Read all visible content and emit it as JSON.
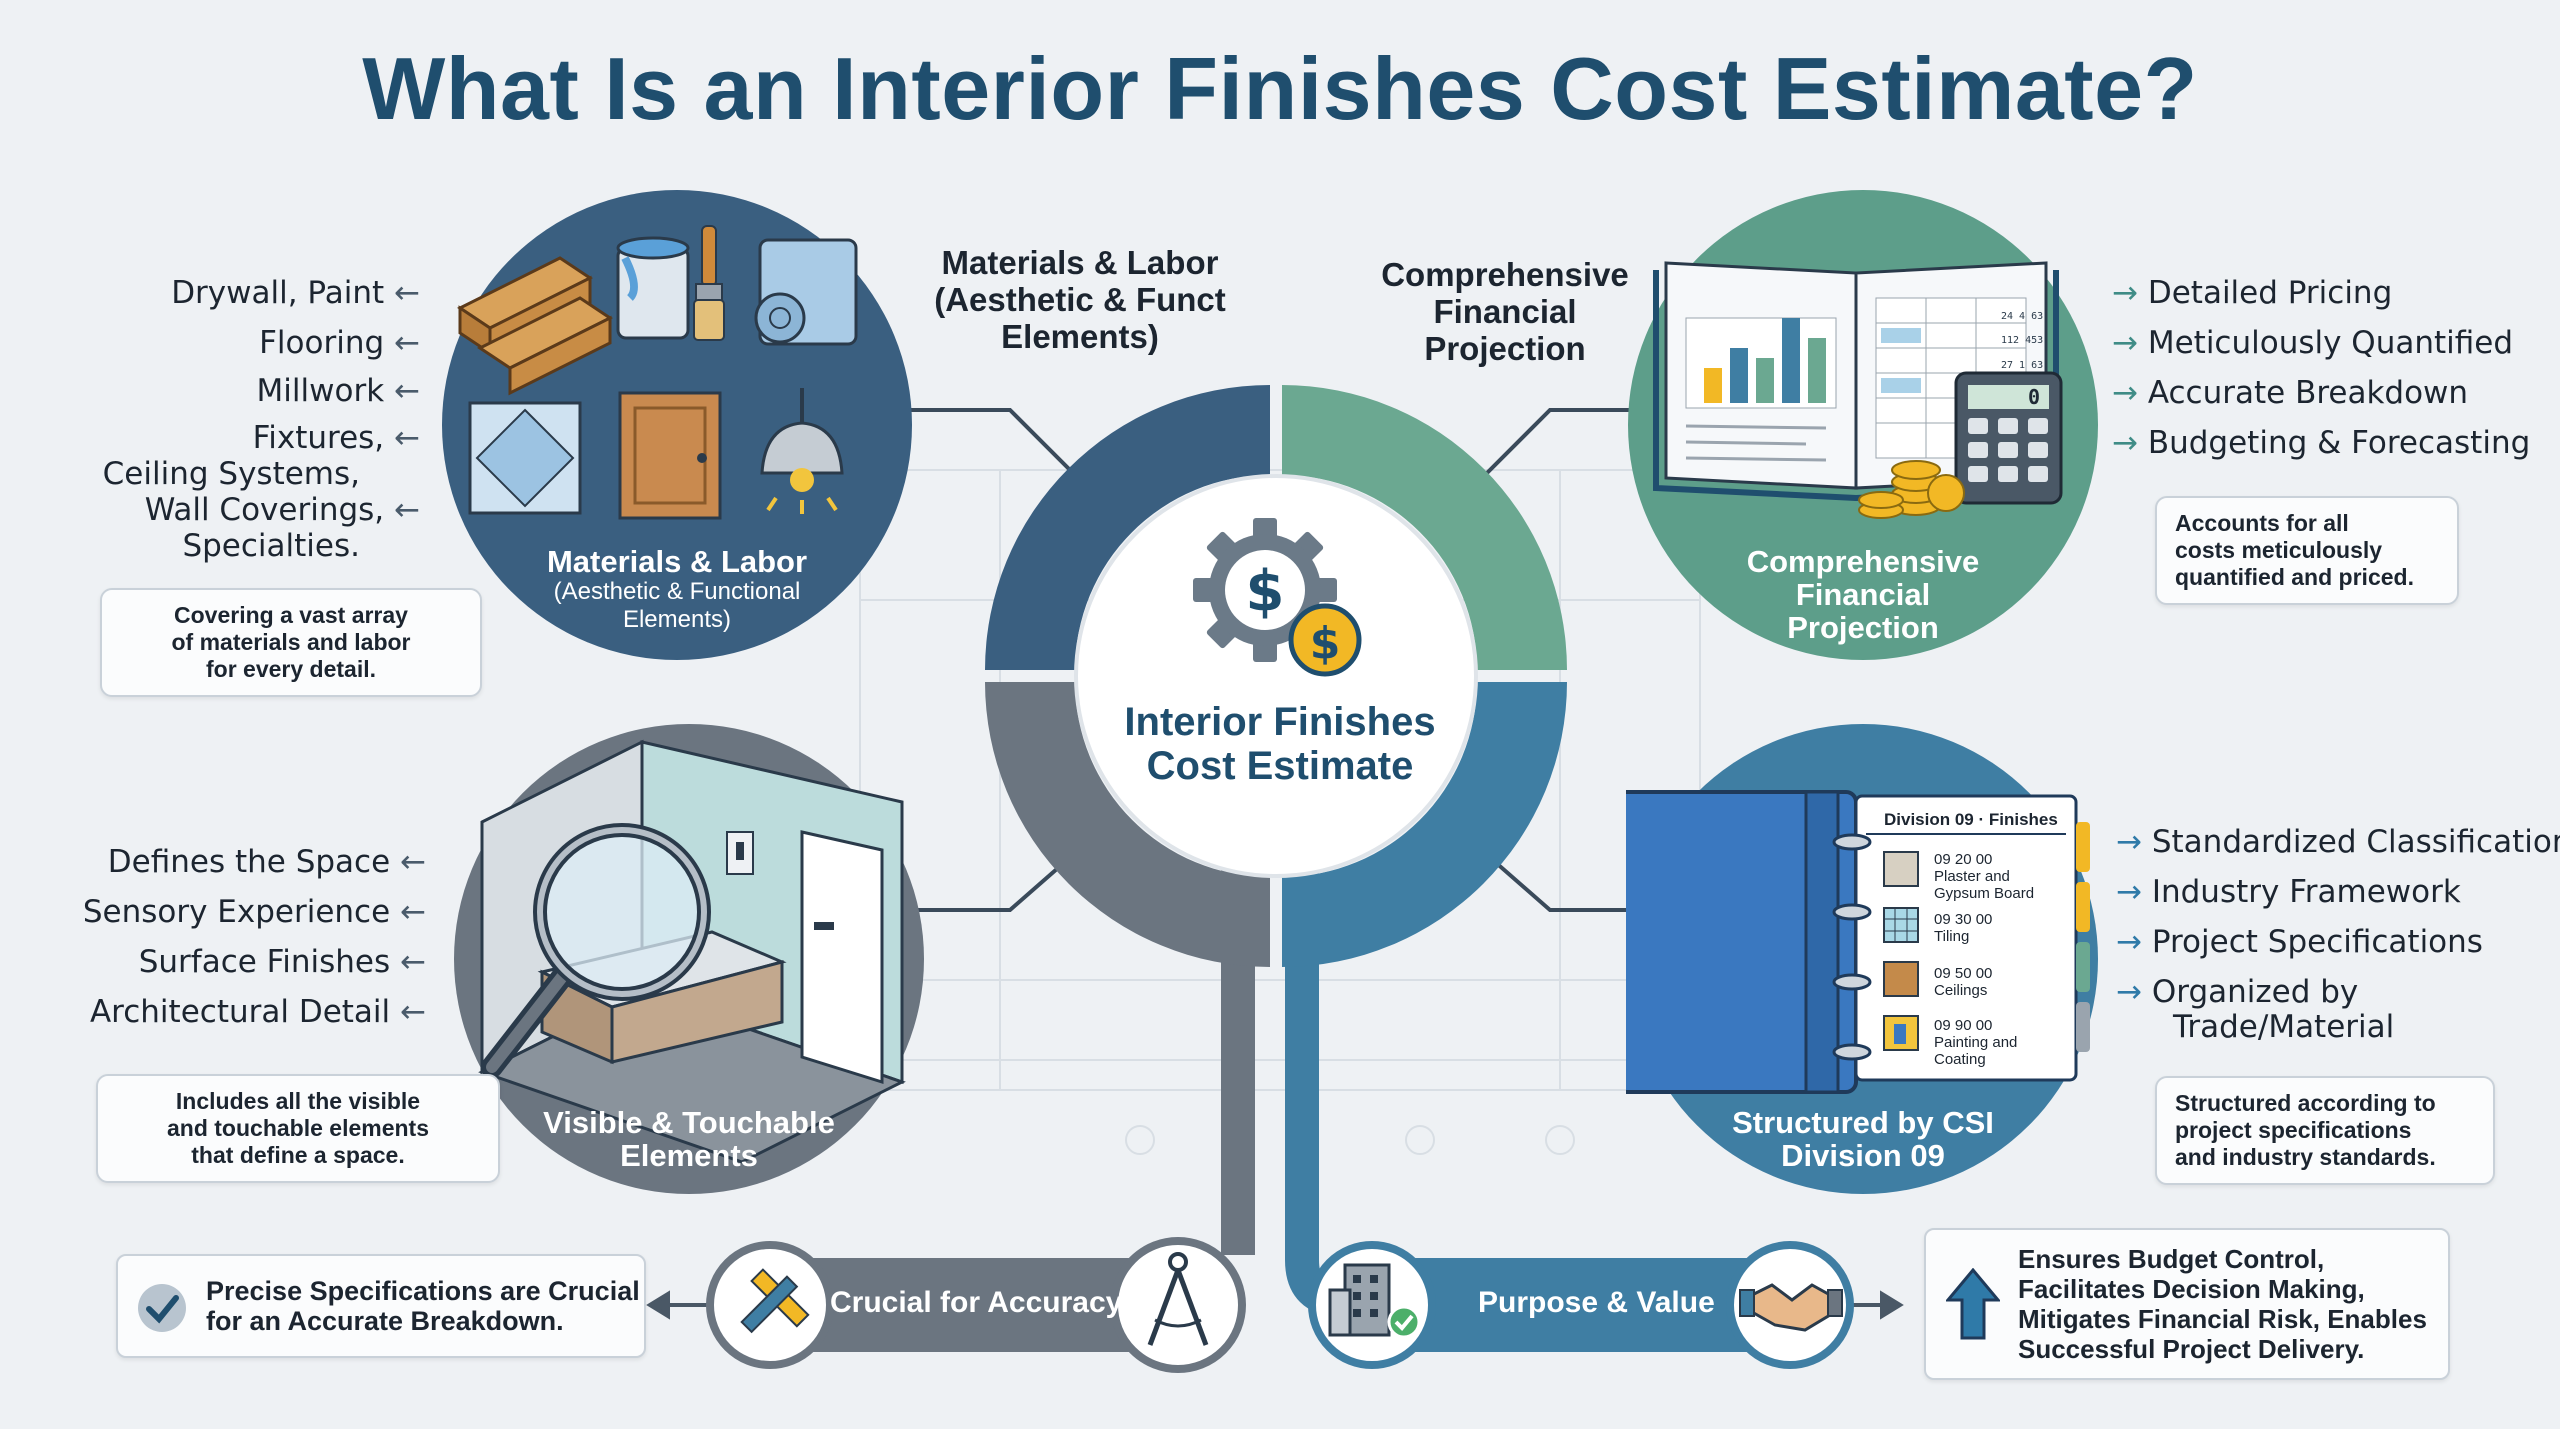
{
  "title": "What Is an Interior Finishes Cost Estimate?",
  "center": {
    "line1": "Interior Finishes",
    "line2": "Cost Estimate"
  },
  "top_left": {
    "heading": [
      "Materials & Labor",
      "(Aesthetic & Funct",
      "Elements)"
    ],
    "caption": "Materials & Labor",
    "caption_sub": [
      "(Aesthetic & Functional",
      "Elements)"
    ],
    "items": [
      "Drywall, Paint",
      "Flooring",
      "Millwork",
      "Fixtures,",
      "Ceiling Systems,",
      "Wall Coverings,",
      "Specialties."
    ],
    "note": [
      "Covering a vast array",
      "of materials and labor",
      "for every detail."
    ]
  },
  "top_right": {
    "heading": [
      "Comprehensive",
      "Financial",
      "Projection"
    ],
    "caption": [
      "Comprehensive",
      "Financial",
      "Projection"
    ],
    "items": [
      "Detailed Pricing",
      "Meticulously Quantified",
      "Accurate Breakdown",
      "Budgeting & Forecasting"
    ],
    "note": [
      "Accounts for all",
      "costs meticulously",
      "quantified and priced."
    ],
    "calc_display": "0",
    "doc_numbers": [
      "24 4 63",
      "112 453",
      "27 1 63"
    ]
  },
  "bottom_left": {
    "caption": [
      "Visible & Touchable",
      "Elements"
    ],
    "items": [
      "Defines the Space",
      "Sensory Experience",
      "Surface Finishes",
      "Architectural Detail"
    ],
    "note": [
      "Includes all the visible",
      "and touchable elements",
      "that define a space."
    ]
  },
  "bottom_right": {
    "caption": [
      "Structured by CSI",
      "Division 09"
    ],
    "binder_title": "Division 09 · Finishes",
    "binder_items": [
      {
        "code": "09 20 00",
        "name": [
          "Plaster and",
          "Gypsum Board"
        ]
      },
      {
        "code": "09 30 00",
        "name": [
          "Tiling"
        ]
      },
      {
        "code": "09 50 00",
        "name": [
          "Ceilings"
        ]
      },
      {
        "code": "09 90 00",
        "name": [
          "Painting and",
          "Coating"
        ]
      }
    ],
    "items": [
      "Standardized Classification",
      "Industry Framework",
      "Project Specifications",
      "Organized by",
      "Trade/Material"
    ],
    "note": [
      "Structured according to",
      "project specifications",
      "and industry standards."
    ]
  },
  "bottom_bar": {
    "left_label": "Crucial for Accuracy",
    "right_label": "Purpose & Value",
    "left_note": [
      "Precise Specifications are Crucial",
      "for an Accurate Breakdown."
    ],
    "right_note": [
      "Ensures Budget Control,",
      "Facilitates Decision Making,",
      "Mitigates Financial Risk, Enables",
      "Successful Project Delivery."
    ]
  },
  "colors": {
    "title": "#1f4e6e",
    "navy": "#3a5f80",
    "teal": "#5d9e8a",
    "slate": "#6b7580",
    "blue": "#3f7ea3"
  }
}
